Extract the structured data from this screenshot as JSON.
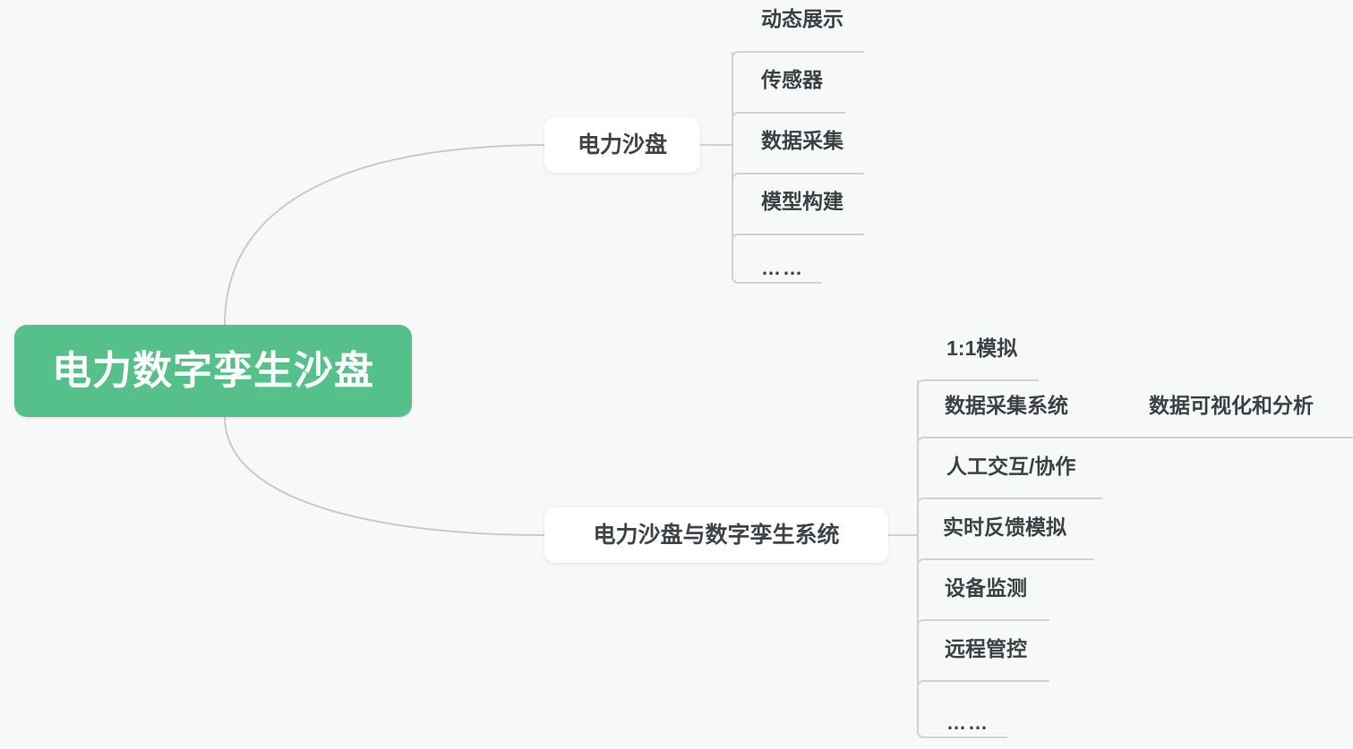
{
  "diagram": {
    "type": "mind-map",
    "title": "电力数字孪生沙盘",
    "background_color": "#f7f8f8",
    "root_color": "#56c08a",
    "root_text_color": "#ffffff",
    "node_text_color": "#3f4448",
    "edge_color": "#cacaca"
  },
  "root": {
    "label": "电力数字孪生沙盘"
  },
  "branches": [
    {
      "label": "电力沙盘",
      "children": [
        {
          "label": "动态展示"
        },
        {
          "label": "传感器"
        },
        {
          "label": "数据采集"
        },
        {
          "label": "模型构建"
        },
        {
          "label": "……"
        }
      ]
    },
    {
      "label": "电力沙盘与数字孪生系统",
      "children": [
        {
          "label": "1:1模拟"
        },
        {
          "label": "数据采集系统",
          "children": [
            {
              "label": "数据可视化和分析"
            }
          ]
        },
        {
          "label": "人工交互/协作"
        },
        {
          "label": "实时反馈模拟"
        },
        {
          "label": "设备监测"
        },
        {
          "label": "远程管控"
        },
        {
          "label": "……"
        }
      ]
    }
  ]
}
